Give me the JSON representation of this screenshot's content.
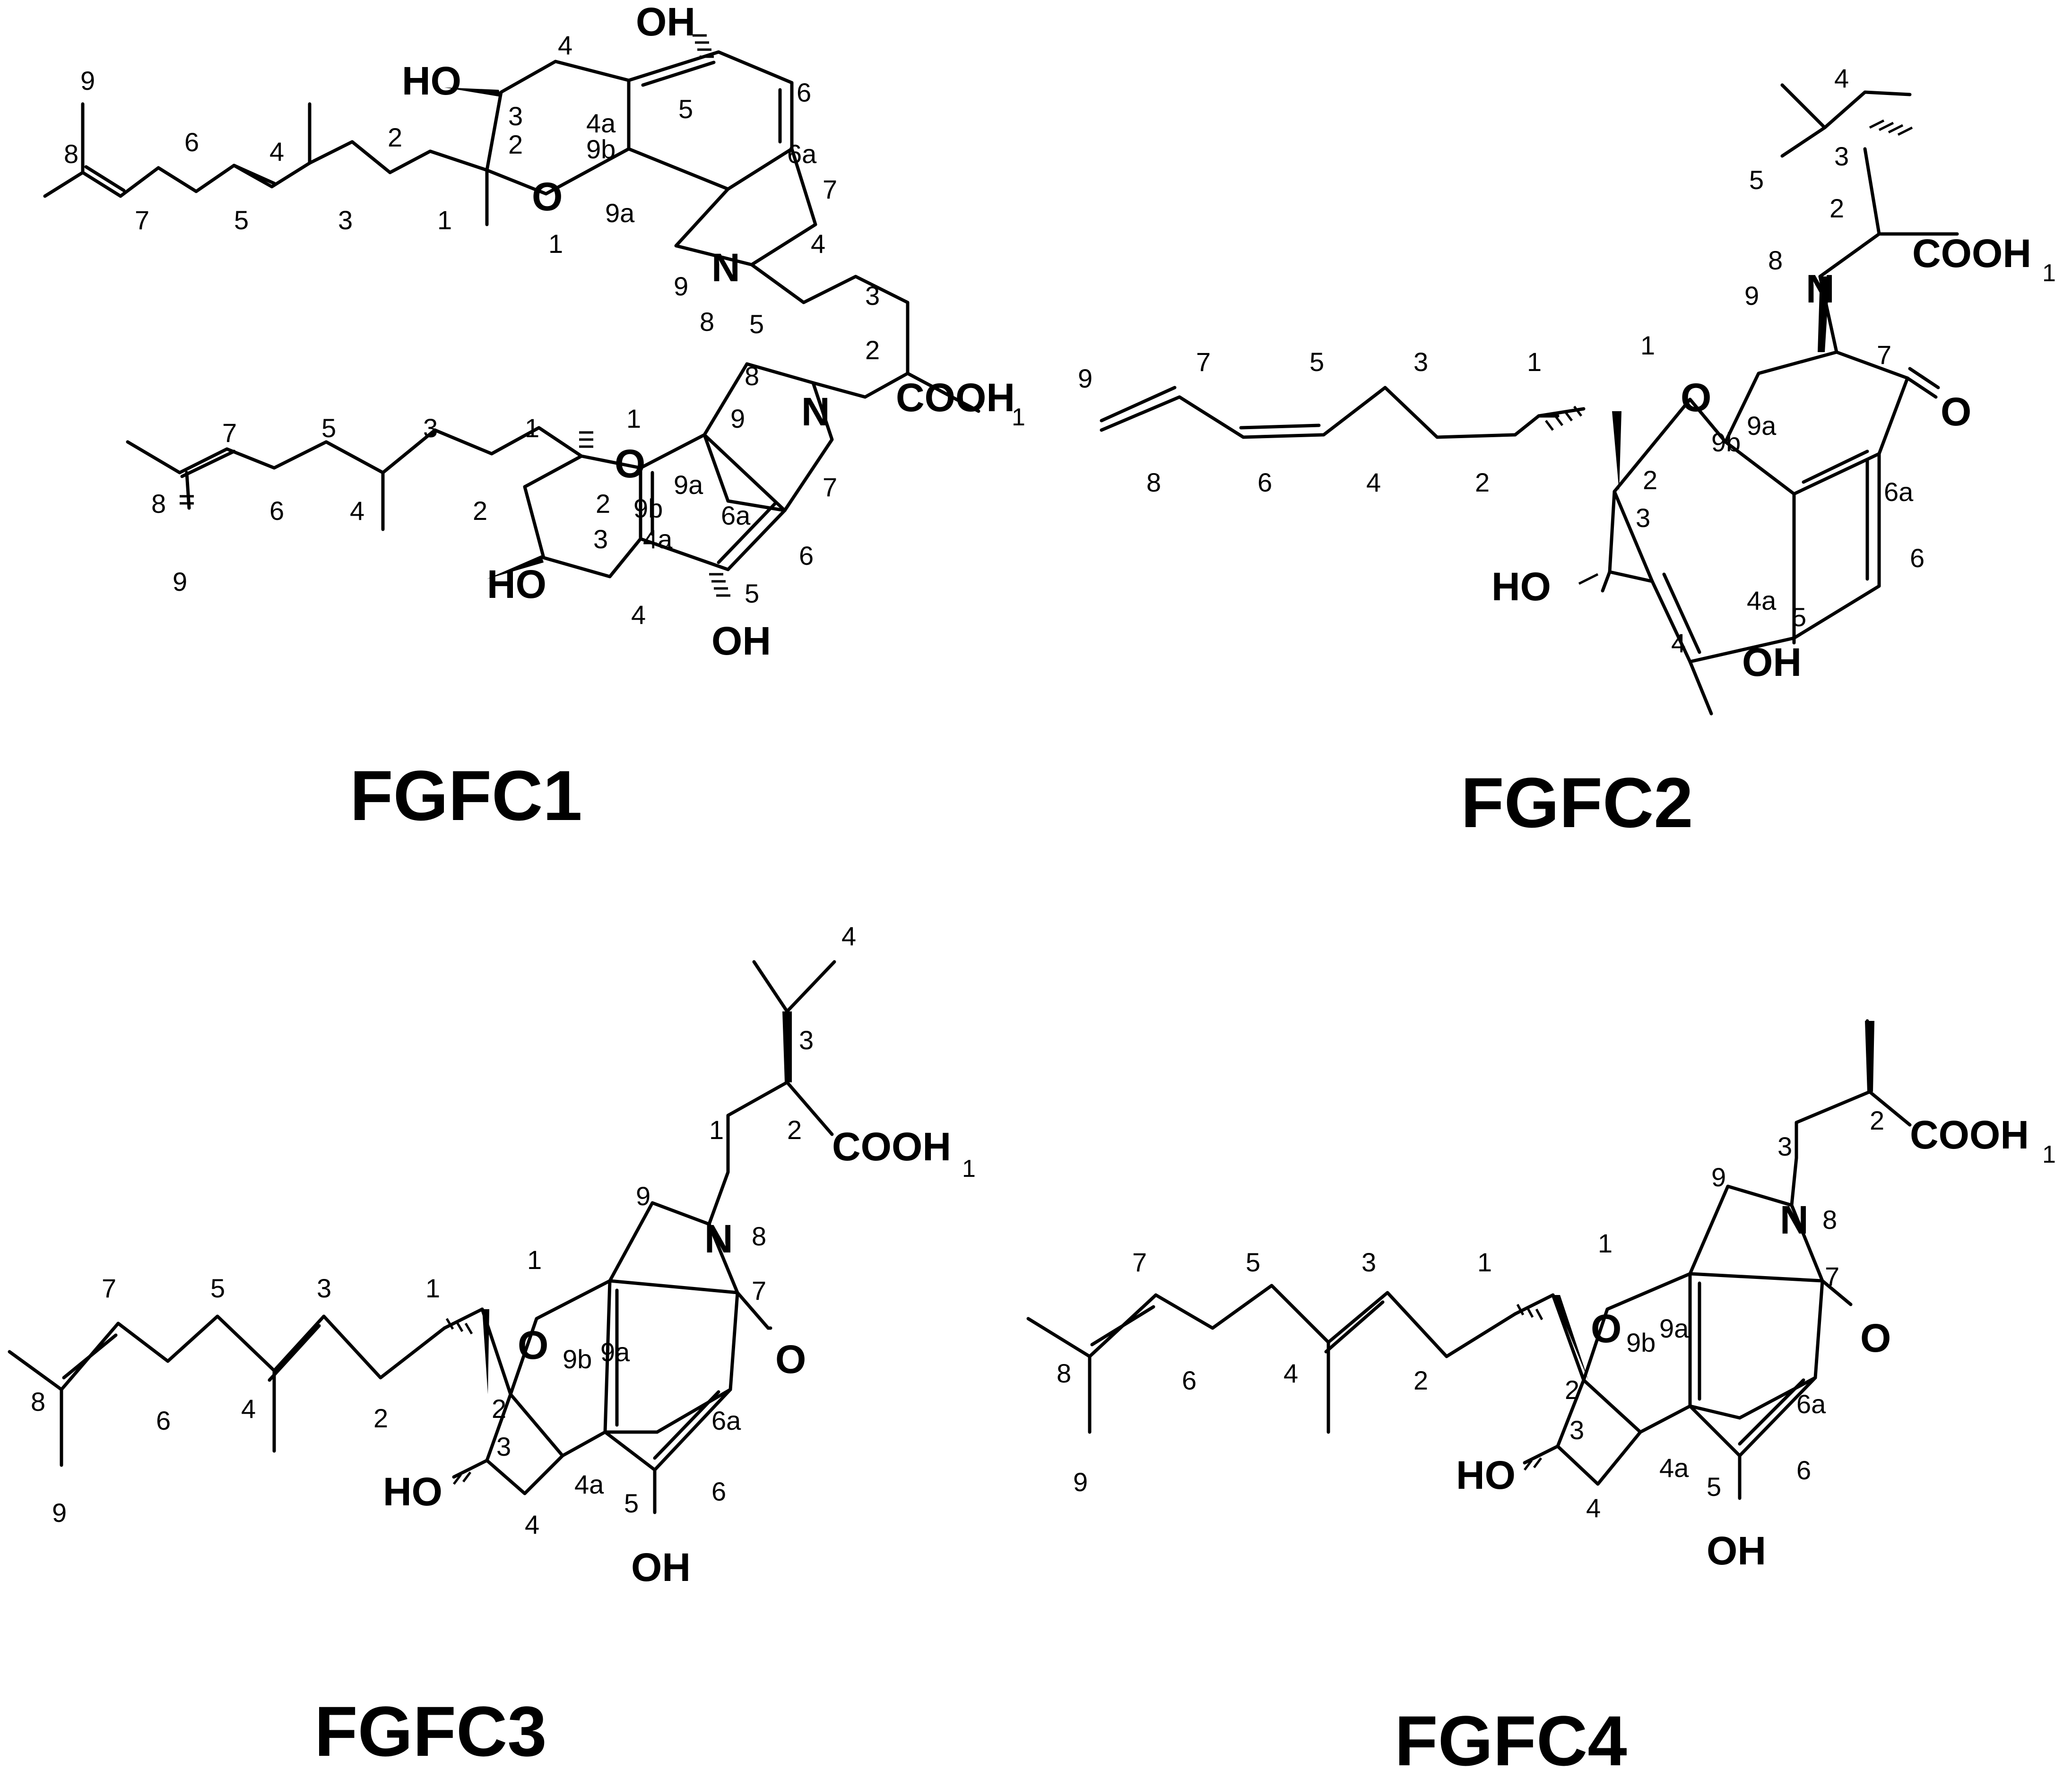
{
  "compounds": [
    {
      "title": "FGFC1",
      "atoms": {
        "OH_top": "OH",
        "HO_upper": "HO",
        "O_upper": "O",
        "N_upper": "N",
        "N_lower": "N",
        "COOH": "COOH",
        "COOH_sub": "1",
        "O_lower": "O",
        "HO_lower": "HO",
        "OH_bottom": "OH"
      },
      "locants": {
        "u9": "9",
        "u8": "8",
        "u7": "7",
        "u6": "6",
        "u5": "5",
        "u4": "4",
        "u3": "3",
        "u2": "2",
        "u1": "1",
        "ur4": "4",
        "ur3": "3",
        "ur2": "2",
        "ur4a": "4a",
        "ur9b": "9b",
        "ur9a": "9a",
        "ur5": "5",
        "ur6": "6",
        "ur6a": "6a",
        "ur7": "7",
        "ur9": "9",
        "ur8": "8",
        "ur1": "1",
        "c5": "5",
        "c4": "4",
        "c3": "3",
        "c2": "2",
        "l7": "7",
        "l5": "5",
        "l3": "3",
        "l1": "1",
        "l8": "8",
        "l6": "6",
        "l4": "4",
        "l2": "2",
        "l9": "9",
        "lr1": "1",
        "lr9": "9",
        "lr8": "8",
        "lr9a": "9a",
        "lr9b": "9b",
        "lr2": "2",
        "lr3": "3",
        "lr4a": "4a",
        "lr6a": "6a",
        "lr7": "7",
        "lr6": "6",
        "lr5": "5",
        "lr4": "4"
      }
    },
    {
      "title": "FGFC2",
      "atoms": {
        "O": "O",
        "N": "N",
        "HO": "HO",
        "OH": "OH",
        "O_keto": "O",
        "COOH": "COOH",
        "COOH_sub": "1"
      },
      "locants": {
        "s4": "4",
        "s5": "5",
        "s3": "3",
        "s2": "2",
        "c9": "9",
        "c7": "7",
        "c5": "5",
        "c3": "3",
        "c1": "1",
        "c8": "8",
        "c6": "6",
        "c4": "4",
        "c2": "2",
        "r1": "1",
        "r9b": "9b",
        "r9a": "9a",
        "r9": "9",
        "r8": "8",
        "r7": "7",
        "r2": "2",
        "r3": "3",
        "r6a": "6a",
        "r6": "6",
        "r4a": "4a",
        "r5": "5",
        "r4": "4"
      }
    },
    {
      "title": "FGFC3",
      "atoms": {
        "O": "O",
        "N": "N",
        "HO": "HO",
        "OH": "OH",
        "O_keto": "O",
        "COOH": "COOH",
        "COOH_sub": "1"
      },
      "locants": {
        "s4": "4",
        "s3": "3",
        "s1": "1",
        "s2": "2",
        "c7": "7",
        "c5": "5",
        "c3": "3",
        "c1": "1",
        "c8": "8",
        "c6": "6",
        "c4": "4",
        "c2": "2",
        "c9": "9",
        "r1": "1",
        "r9": "9",
        "r8": "8",
        "r7": "7",
        "r9a": "9a",
        "r9b": "9b",
        "r2": "2",
        "r3": "3",
        "r6a": "6a",
        "r6": "6",
        "r4a": "4a",
        "r5": "5",
        "r4": "4"
      }
    },
    {
      "title": "FGFC4",
      "atoms": {
        "O": "O",
        "N": "N",
        "HO": "HO",
        "OH": "OH",
        "O_keto": "O",
        "COOH": "COOH",
        "COOH_sub": "1"
      },
      "locants": {
        "s3": "3",
        "s2": "2",
        "c7": "7",
        "c5": "5",
        "c3": "3",
        "c1": "1",
        "c8": "8",
        "c6": "6",
        "c4": "4",
        "c2": "2",
        "c9": "9",
        "r1": "1",
        "r9": "9",
        "r8": "8",
        "r7": "7",
        "r9b": "9b",
        "r9a": "9a",
        "r2": "2",
        "r3": "3",
        "r6a": "6a",
        "r6": "6",
        "r4a": "4a",
        "r5": "5",
        "r4": "4"
      }
    }
  ]
}
